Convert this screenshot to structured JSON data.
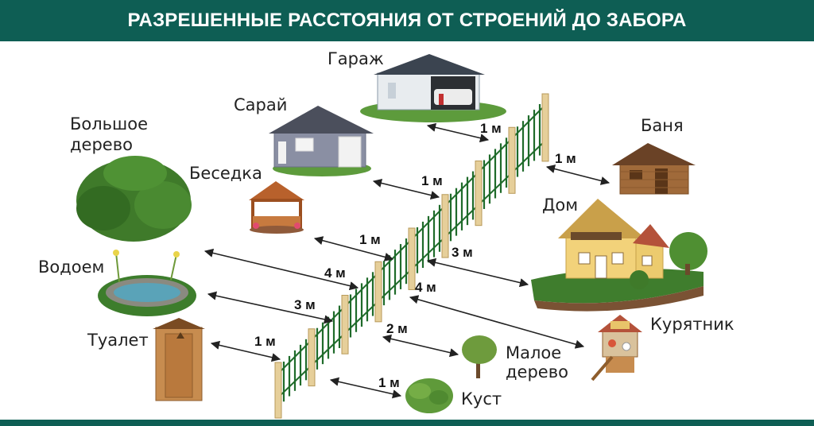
{
  "title": "РАЗРЕШЕННЫЕ РАССТОЯНИЯ ОТ СТРОЕНИЙ ДО ЗАБОРА",
  "colors": {
    "brand": "#0e5e54",
    "fence_post": "#e6cf9a",
    "fence_slat": "#1f6b2a"
  },
  "objects": {
    "garage": "Гараж",
    "shed": "Сарай",
    "gazebo": "Беседка",
    "big_tree_line1": "Большое",
    "big_tree_line2": "дерево",
    "pond": "Водоем",
    "toilet": "Туалет",
    "bathhouse": "Баня",
    "house": "Дом",
    "chicken_coop": "Курятник",
    "small_tree_line1": "Малое",
    "small_tree_line2": "дерево",
    "bush": "Куст"
  },
  "distances": {
    "garage": "1 м",
    "shed": "1 м",
    "gazebo": "1 м",
    "big_tree": "4 м",
    "pond": "3 м",
    "toilet": "1 м",
    "bathhouse": "1 м",
    "house": "3 м",
    "chicken_coop": "4 м",
    "small_tree": "2 м",
    "bush": "1 м"
  }
}
